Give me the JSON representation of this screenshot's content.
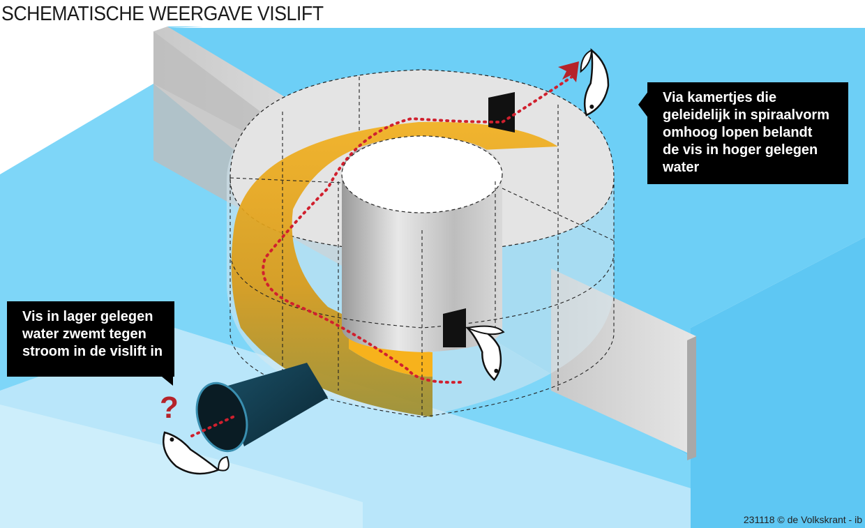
{
  "title": "SCHEMATISCHE WEERGAVE VISLIFT",
  "callout_top": {
    "lines": [
      "Via kamertjes die",
      "geleidelijk in spiraalvorm",
      "omhoog lopen belandt",
      "de vis in hoger gelegen",
      "water"
    ]
  },
  "callout_bottom": {
    "lines": [
      "Vis in lager gelegen",
      "water zwemt tegen",
      "stroom in de vislift in"
    ]
  },
  "question_mark": "?",
  "credit": "231118 © de Volkskrant - ib",
  "colors": {
    "water_high": "#6dcff6",
    "water_low": "#b9e6fa",
    "wall": "#d4d4d4",
    "cylinder": "#e2e2e2",
    "spiral": "#f7b21c",
    "path": "#d0202e",
    "arrow": "#b5232a",
    "callout_bg": "#000000"
  },
  "icons": [
    "fish-icon",
    "arrow-icon",
    "question-mark-icon"
  ]
}
